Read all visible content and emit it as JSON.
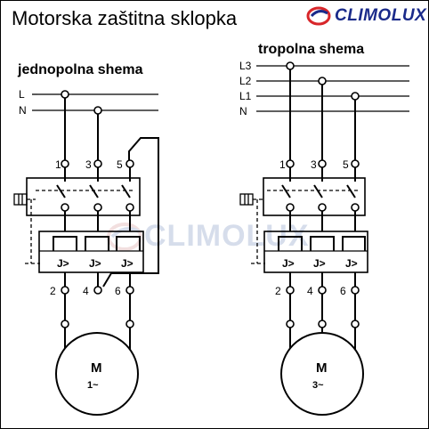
{
  "title": "Motorska zaštitna sklopka",
  "brand": {
    "name": "CLIMOLUX",
    "color": "#1a2a8a"
  },
  "watermark": "CLIMOLUX",
  "left_diagram": {
    "heading": "jednopolna shema",
    "lines": [
      "L",
      "N"
    ],
    "terminals_top": [
      "1",
      "3",
      "5"
    ],
    "terminals_bottom": [
      "2",
      "4",
      "6"
    ],
    "trip_labels": [
      "J>",
      "J>",
      "J>"
    ],
    "motor": {
      "label": "M",
      "type": "1~"
    }
  },
  "right_diagram": {
    "heading": "tropolna shema",
    "lines": [
      "L3",
      "L2",
      "L1",
      "N"
    ],
    "terminals_top": [
      "1",
      "3",
      "5"
    ],
    "terminals_bottom": [
      "2",
      "4",
      "6"
    ],
    "trip_labels": [
      "J>",
      "J>",
      "J>"
    ],
    "motor": {
      "label": "M",
      "type": "3~"
    }
  }
}
